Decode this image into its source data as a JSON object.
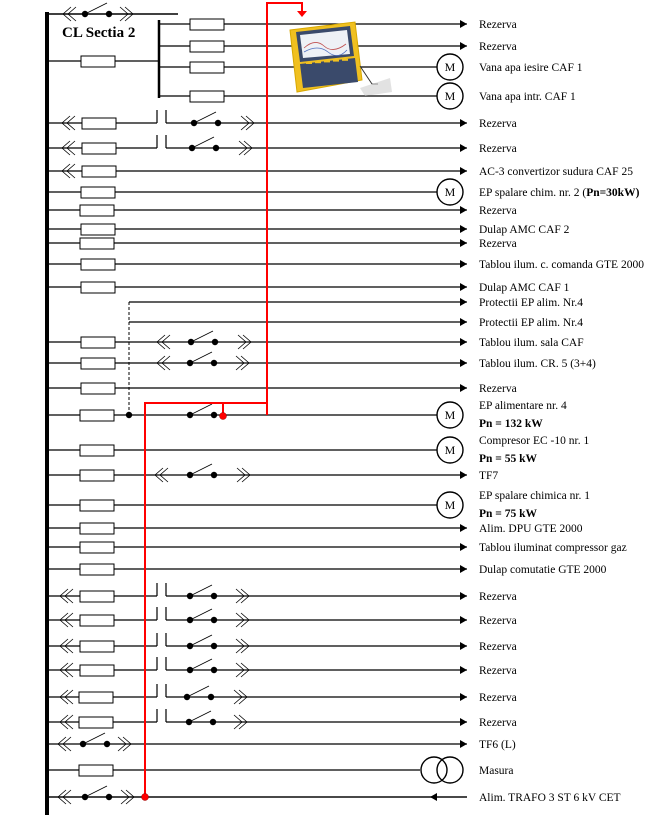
{
  "title": "CL Sectia 2",
  "colors": {
    "line": "#000000",
    "highlight": "#ff0000",
    "device_body": "#f5c518",
    "device_panel": "#3a4a6b"
  },
  "measurement_device": {
    "name": "power-quality-analyzer",
    "icon": "analyzer-device-icon"
  },
  "feeders": [
    {
      "label": "Rezerva",
      "bold": "",
      "symbol": "arrow"
    },
    {
      "label": "Rezerva",
      "bold": "",
      "symbol": "arrow"
    },
    {
      "label": "Vana apa iesire CAF 1",
      "bold": "",
      "symbol": "motor"
    },
    {
      "label": "Vana apa intr. CAF 1",
      "bold": "",
      "symbol": "motor"
    },
    {
      "label": "Rezerva",
      "bold": "",
      "symbol": "arrow"
    },
    {
      "label": "Rezerva",
      "bold": "",
      "symbol": "arrow"
    },
    {
      "label": "AC-3 convertizor sudura CAF 25",
      "bold": "",
      "symbol": "arrow"
    },
    {
      "label": "EP spalare chim. nr. 2 (",
      "bold": "Pn=30kW)",
      "symbol": "motor"
    },
    {
      "label": "Rezerva",
      "bold": "",
      "symbol": "arrow"
    },
    {
      "label": "Dulap AMC CAF 2",
      "bold": "",
      "symbol": "arrow"
    },
    {
      "label": "Rezerva",
      "bold": "",
      "symbol": "arrow"
    },
    {
      "label": "Tablou ilum. c. comanda GTE 2000",
      "bold": "",
      "symbol": "arrow"
    },
    {
      "label": "Dulap AMC CAF 1",
      "bold": "",
      "symbol": "arrow"
    },
    {
      "label": "Protectii EP alim. Nr.4",
      "bold": "",
      "symbol": "arrow"
    },
    {
      "label": "Protectii EP alim. Nr.4",
      "bold": "",
      "symbol": "arrow"
    },
    {
      "label": "Tablou ilum. sala CAF",
      "bold": "",
      "symbol": "arrow"
    },
    {
      "label": "Tablou ilum. CR. 5 (3+4)",
      "bold": "",
      "symbol": "arrow"
    },
    {
      "label": "Rezerva",
      "bold": "",
      "symbol": "arrow"
    },
    {
      "label": "EP alimentare nr. 4",
      "bold": "Pn = 132 kW",
      "symbol": "motor"
    },
    {
      "label": "Compresor EC -10 nr. 1",
      "bold": "Pn = 55 kW",
      "symbol": "motor"
    },
    {
      "label": "TF7",
      "bold": "",
      "symbol": "arrow"
    },
    {
      "label": "EP spalare chimica nr. 1",
      "bold": "Pn = 75 kW",
      "symbol": "motor"
    },
    {
      "label": "Alim. DPU GTE 2000",
      "bold": "",
      "symbol": "arrow"
    },
    {
      "label": "Tablou iluminat compressor gaz",
      "bold": "",
      "symbol": "arrow"
    },
    {
      "label": "Dulap comutatie GTE 2000",
      "bold": "",
      "symbol": "arrow"
    },
    {
      "label": "Rezerva",
      "bold": "",
      "symbol": "arrow"
    },
    {
      "label": "Rezerva",
      "bold": "",
      "symbol": "arrow"
    },
    {
      "label": "Rezerva",
      "bold": "",
      "symbol": "arrow"
    },
    {
      "label": "Rezerva",
      "bold": "",
      "symbol": "arrow"
    },
    {
      "label": "Rezerva",
      "bold": "",
      "symbol": "arrow"
    },
    {
      "label": "Rezerva",
      "bold": "",
      "symbol": "arrow"
    },
    {
      "label": "TF6 (L)",
      "bold": "",
      "symbol": "arrow"
    },
    {
      "label": "Masura",
      "bold": "",
      "symbol": "transformer"
    },
    {
      "label": "Alim. TRAFO 3 ST 6 kV CET",
      "bold": "",
      "symbol": "incoming-arrow"
    }
  ],
  "motor_symbol_text": "M"
}
